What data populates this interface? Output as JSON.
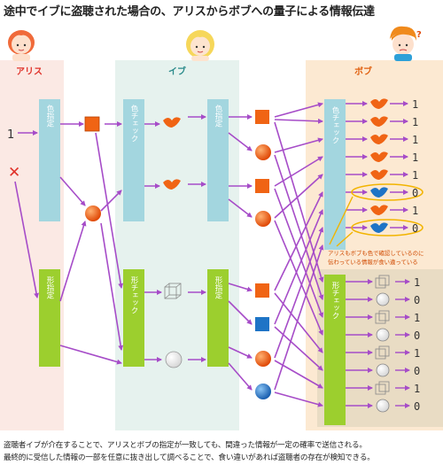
{
  "title": "途中でイブに盗聴された場合の、アリスからボブへの量子による情報伝達",
  "parties": {
    "alice": "アリス",
    "eve": "イブ",
    "bob": "ボブ"
  },
  "boxes": {
    "alice_color": "色指定",
    "alice_shape": "形指定",
    "eve_color_check": "色チェック",
    "eve_shape_check": "形チェック",
    "eve_color_set": "色指定",
    "eve_shape_set": "形指定",
    "bob_color_check": "色チェック",
    "bob_shape_check": "形チェック"
  },
  "alice_bits": {
    "one": "1",
    "zero_mark": "✕"
  },
  "bob_color_results": [
    "1",
    "1",
    "1",
    "1",
    "1",
    "0",
    "1",
    "0"
  ],
  "bob_shape_results": [
    "1",
    "0",
    "1",
    "0",
    "1",
    "0",
    "1",
    "0"
  ],
  "mismatch_note": [
    "アリスもボブも色で確認しているのに",
    "伝わっている情報が食い違っている"
  ],
  "caption": [
    "盗聴者イブが介在することで、アリスとボブの指定が一致しても、間違った情報が一定の確率で送信される。",
    "最終的に受信した情報の一部を任意に抜き出して調べることで、食い違いがあれば盗聴者の存在が検知できる。"
  ],
  "colors": {
    "alice_bg": "#fbe9e4",
    "eve_bg": "#e6f2ee",
    "bob_bg": "#fce9d2",
    "bob_shape_bg": "#e9dcc4",
    "box_blue": "#a3d6df",
    "box_green": "#9ccf2e",
    "arrow": "#a64cc8",
    "cube": "#f06414",
    "sphere": "#e84a10",
    "blue": "#1e74c6",
    "highlight": "#f2b400"
  }
}
